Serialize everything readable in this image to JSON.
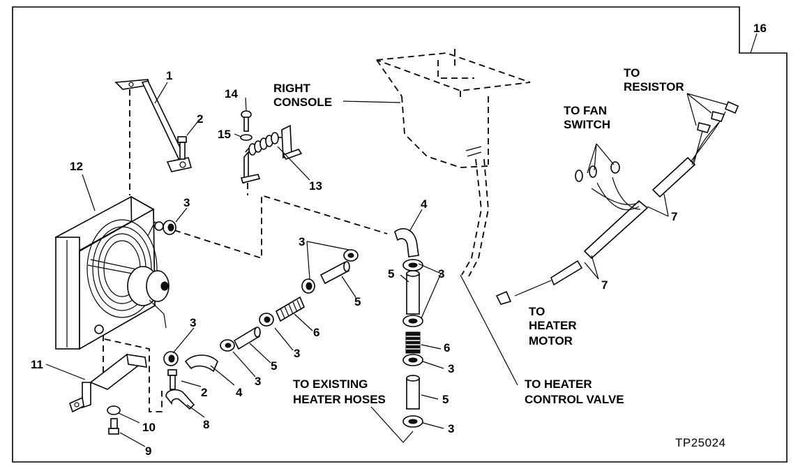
{
  "figure_id": "TP25024",
  "frame_number": "16",
  "callouts": [
    {
      "key": "c1",
      "text": "1"
    },
    {
      "key": "c2a",
      "text": "2"
    },
    {
      "key": "c2b",
      "text": "2"
    },
    {
      "key": "c3",
      "text": "3"
    },
    {
      "key": "c4",
      "text": "4"
    },
    {
      "key": "c5",
      "text": "5"
    },
    {
      "key": "c6",
      "text": "6"
    },
    {
      "key": "c7",
      "text": "7"
    },
    {
      "key": "c8",
      "text": "8"
    },
    {
      "key": "c9",
      "text": "9"
    },
    {
      "key": "c10",
      "text": "10"
    },
    {
      "key": "c11",
      "text": "11"
    },
    {
      "key": "c12",
      "text": "12"
    },
    {
      "key": "c13",
      "text": "13"
    },
    {
      "key": "c14",
      "text": "14"
    },
    {
      "key": "c15",
      "text": "15"
    }
  ],
  "labels": {
    "right_console_1": "RIGHT",
    "right_console_2": "CONSOLE",
    "to_resistor_1": "TO",
    "to_resistor_2": "RESISTOR",
    "to_fan_switch_1": "TO FAN",
    "to_fan_switch_2": "SWITCH",
    "to_heater_motor_1": "TO",
    "to_heater_motor_2": "HEATER",
    "to_heater_motor_3": "MOTOR",
    "to_heater_control_valve_1": "TO HEATER",
    "to_heater_control_valve_2": "CONTROL VALVE",
    "to_existing_heater_hoses_1": "TO EXISTING",
    "to_existing_heater_hoses_2": "HEATER HOSES"
  }
}
